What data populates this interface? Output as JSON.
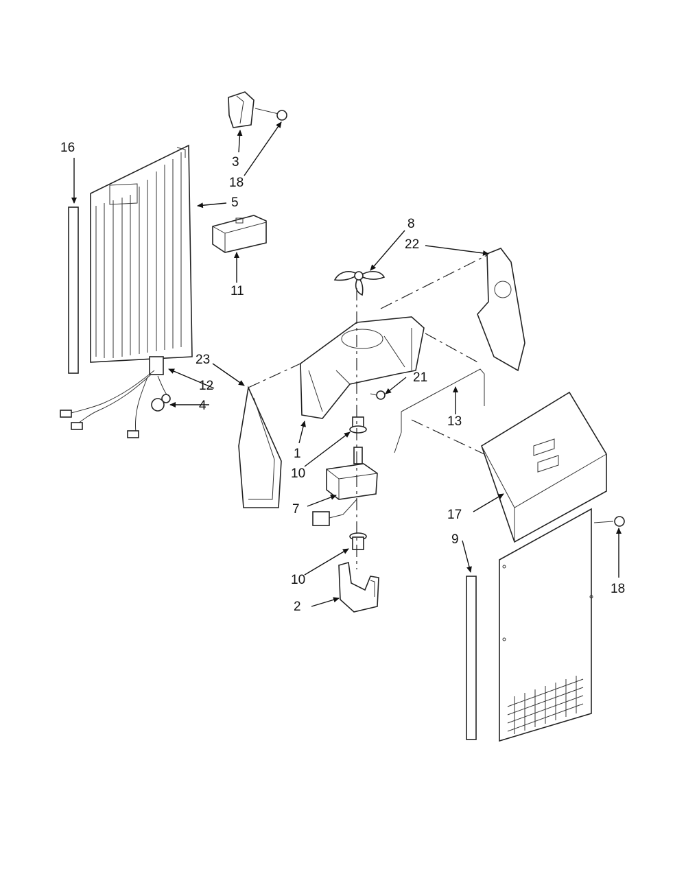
{
  "labels": {
    "p1": "1",
    "p2": "2",
    "p3": "3",
    "p4": "4",
    "p5": "5",
    "p7": "7",
    "p8": "8",
    "p9": "9",
    "p10a": "10",
    "p10b": "10",
    "p11": "11",
    "p12": "12",
    "p13": "13",
    "p16": "16",
    "p17": "17",
    "p18a": "18",
    "p18b": "18",
    "p21": "21",
    "p22": "22",
    "p23": "23"
  }
}
